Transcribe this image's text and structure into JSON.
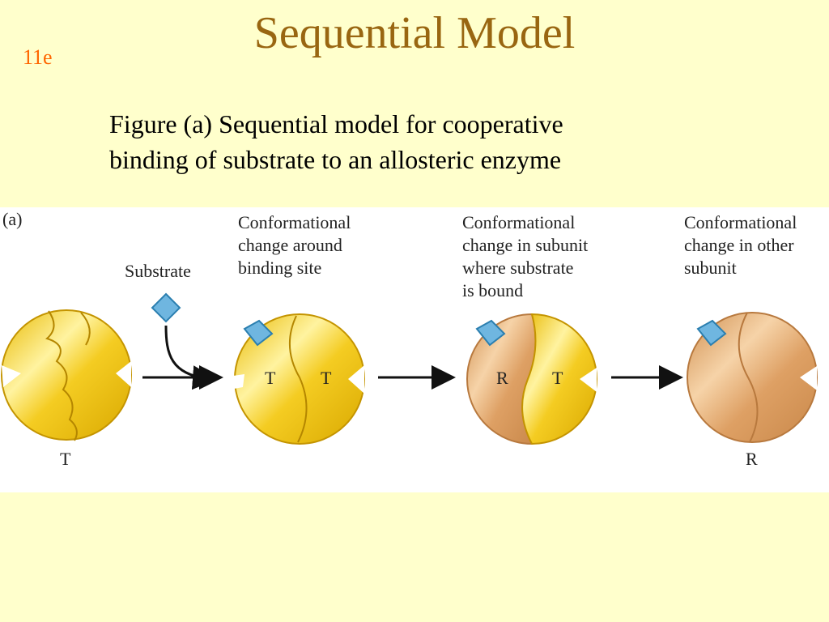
{
  "slide": {
    "title": "Sequential Model",
    "number": "11e",
    "caption_lines": [
      "Figure (a) Sequential model for cooperative",
      "binding of substrate to an allosteric enzyme"
    ]
  },
  "figure": {
    "panel_label": "(a)",
    "substrate_label": "Substrate",
    "notes": [
      [
        "Conformational",
        "change around",
        "binding site"
      ],
      [
        "Conformational",
        "change in subunit",
        "where substrate",
        "is bound"
      ],
      [
        "Conformational",
        "change in other",
        "subunit"
      ]
    ],
    "enzyme_labels": {
      "state1": "T",
      "state2_left": "T",
      "state2_right": "T",
      "state3_left": "R",
      "state3_right": "T",
      "state4": "R"
    }
  },
  "colors": {
    "background": "#ffffcc",
    "title": "#996611",
    "slide_number": "#ff6600",
    "t_state": "#f2c81e",
    "r_state": "#dca065",
    "substrate": "#6fb6e0"
  }
}
